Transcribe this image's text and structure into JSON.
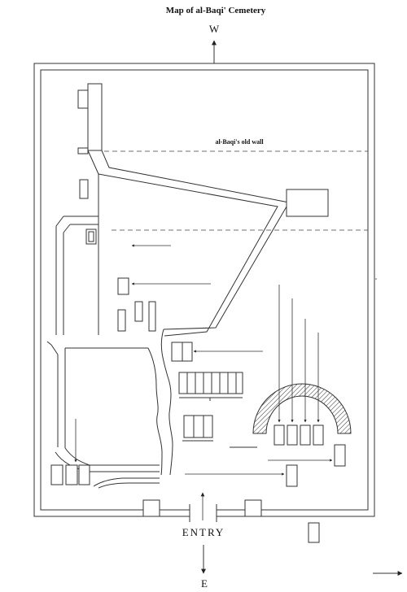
{
  "map": {
    "title": "Map of al-Baqi' Cemetery",
    "compass_west": "W",
    "compass_east": "E",
    "old_wall_label": "al-Baqi's old wall",
    "entry_label": "ENTRY"
  },
  "icons": {
    "north_arrow": "arrow-up-icon",
    "south_arrow": "arrow-down-icon",
    "corner_arrow": "arrow-right-icon"
  }
}
